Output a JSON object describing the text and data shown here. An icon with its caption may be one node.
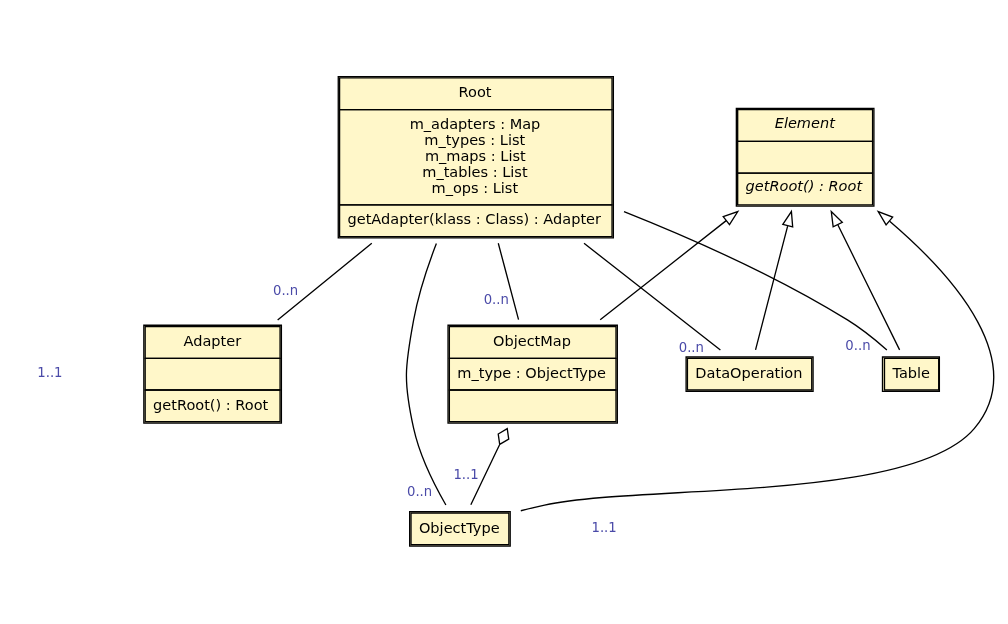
{
  "diagram": {
    "nodes": [
      {
        "text": [
          "Root",
          "m_adapters : Map",
          "m_types : List",
          "m_maps : List",
          "m_tables : List",
          "m_ops : List",
          "getAdapter(klass : Class) : Adapter"
        ]
      },
      {
        "text": [
          "Element",
          "getRoot() : Root"
        ]
      },
      {
        "text": [
          "Adapter",
          "getRoot() : Root"
        ]
      },
      {
        "text": [
          "ObjectMap",
          "m_type : ObjectType"
        ]
      },
      {
        "text": [
          "Table"
        ]
      },
      {
        "text": [
          "DataOperation"
        ]
      },
      {
        "text": [
          "ObjectType"
        ]
      }
    ],
    "edges": [
      {
        "from": 0,
        "to": 2,
        "arrow": "none",
        "label": "0..n"
      },
      {
        "from": 0,
        "to": 3,
        "arrow": "none",
        "label": "0..n"
      },
      {
        "from": 0,
        "to": 4,
        "arrow": "none",
        "label": "0..n"
      },
      {
        "from": 0,
        "to": 5,
        "arrow": "none",
        "label": "0..n"
      },
      {
        "from": 0,
        "to": 6,
        "arrow": "none",
        "label": "0..n"
      },
      {
        "from": 3,
        "to": 6,
        "arrow": "other",
        "label": "1..1"
      },
      {
        "from": 3,
        "to": 1,
        "arrow": "to"
      },
      {
        "from": 4,
        "to": 1,
        "arrow": "to"
      },
      {
        "from": 5,
        "to": 1,
        "arrow": "to"
      },
      {
        "from": 6,
        "to": 1,
        "arrow": "to"
      }
    ],
    "labels": [
      "1..1",
      "1..1"
    ]
  }
}
